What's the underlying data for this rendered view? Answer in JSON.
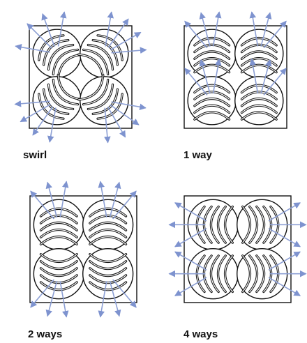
{
  "panels": [
    {
      "id": "swirl",
      "label": "swirl",
      "pattern": "swirl"
    },
    {
      "id": "one-way",
      "label": "1 way",
      "pattern": "one-way"
    },
    {
      "id": "two-ways",
      "label": "2 ways",
      "pattern": "two-ways"
    },
    {
      "id": "four-ways",
      "label": "4 ways",
      "pattern": "four-ways"
    }
  ],
  "colors": {
    "arrow": "#8C9FD4",
    "arrow_head": "#7E93CF",
    "outline": "#111111",
    "background": "#ffffff"
  }
}
